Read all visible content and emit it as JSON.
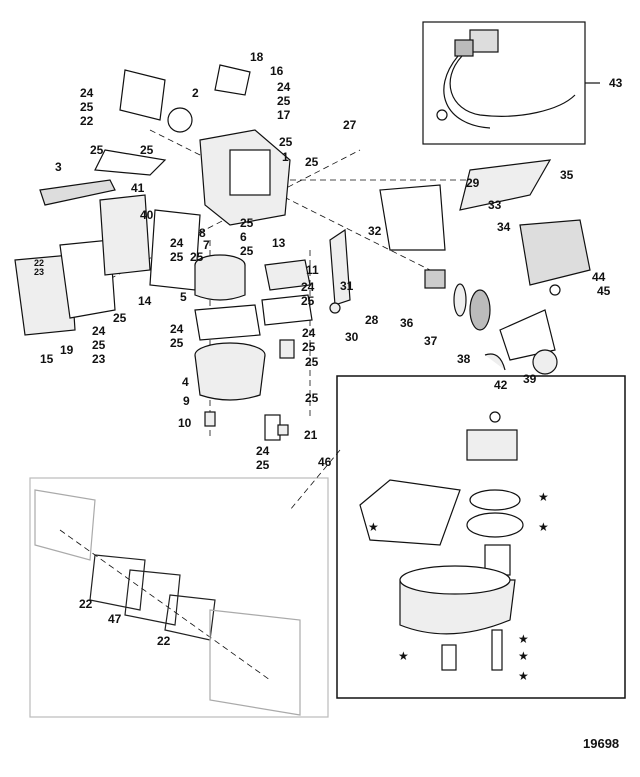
{
  "figure_number": "19698",
  "star_symbol": "★",
  "cover_marks": "22\n23",
  "callouts": [
    "18",
    "16",
    "24\n25\n22",
    "2",
    "24\n25\n17",
    "25",
    "25",
    "1",
    "27",
    "25",
    "3",
    "25",
    "41",
    "40",
    "8",
    "7",
    "25",
    "25\n6\n25",
    "24\n25",
    "13",
    "11",
    "29",
    "33",
    "32",
    "34",
    "35",
    "44",
    "45",
    "31",
    "24\n25",
    "28",
    "30",
    "36",
    "37",
    "38",
    "39",
    "42",
    "14",
    "25",
    "24\n25\n23",
    "19",
    "15",
    "5",
    "24\n25",
    "24\n25",
    "25",
    "4",
    "9",
    "25",
    "10",
    "21",
    "24\n25",
    "46",
    "43",
    "22",
    "47",
    "22"
  ]
}
